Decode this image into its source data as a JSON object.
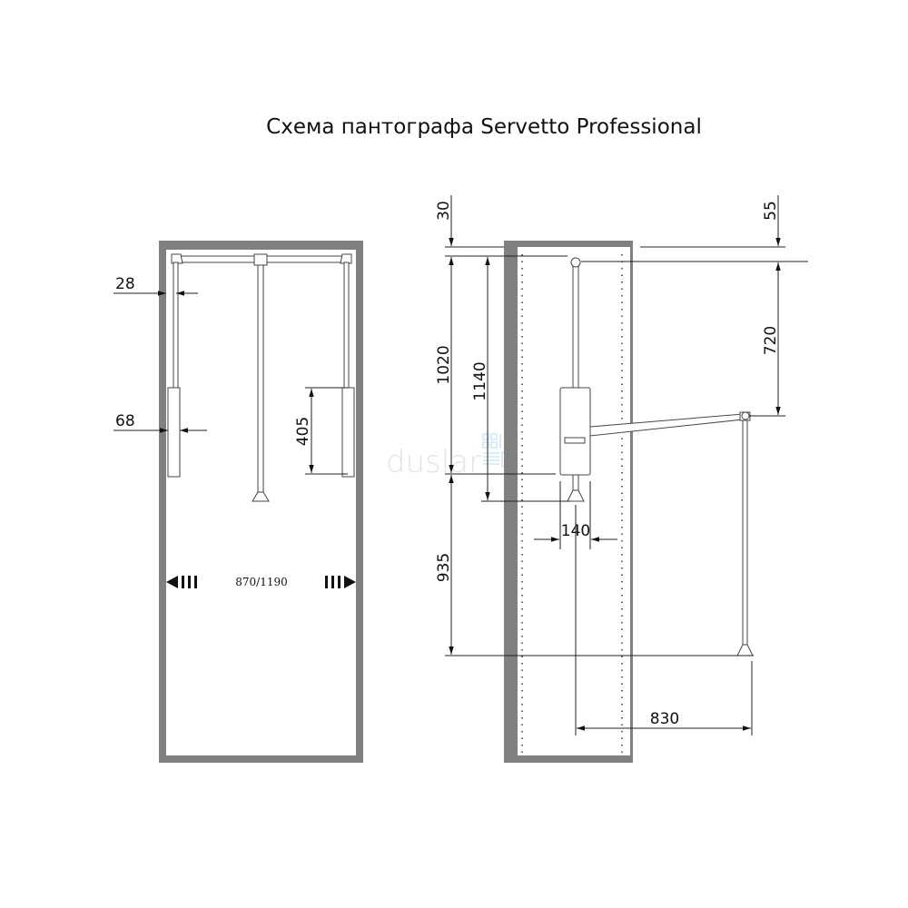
{
  "title": "Схема пантографа Servetto Professional",
  "watermark": "duslar",
  "front_view": {
    "dimensions": {
      "d28": "28",
      "d68": "68",
      "d405": "405",
      "width_range": "870/1190"
    }
  },
  "side_view": {
    "dimensions": {
      "d30": "30",
      "d55": "55",
      "d720": "720",
      "d1020": "1020",
      "d1140": "1140",
      "d140": "140",
      "d935": "935",
      "d830": "830"
    }
  },
  "colors": {
    "frame": "#808080",
    "line": "#222222",
    "watermark_logo": "#cfe8f5"
  }
}
